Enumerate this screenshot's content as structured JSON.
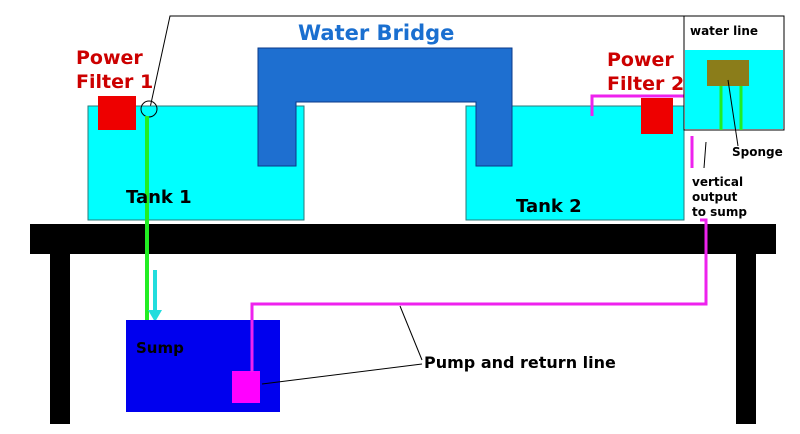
{
  "labels": {
    "title": "Water Bridge",
    "filter1_line1": "Power",
    "filter1_line2": "Filter 1",
    "filter2_line1": "Power",
    "filter2_line2": "Filter 2",
    "tank1": "Tank 1",
    "tank2": "Tank 2",
    "sump": "Sump",
    "pump_return": "Pump and return line",
    "water_line": "water line",
    "sponge": "Sponge",
    "vertical_output_1": "vertical",
    "vertical_output_2": "output",
    "vertical_output_3": "to sump"
  },
  "colors": {
    "water": "#00ffff",
    "bridge": "#1e6fd0",
    "filter": "#ee0000",
    "sump": "#0000ee",
    "pump": "#ff00ff",
    "return_line": "#ee22ee",
    "green_pipe": "#22ee22",
    "sponge": "#8b7d1a",
    "table": "#000000",
    "red_label": "#cc0000",
    "blue_label": "#1a6fd0"
  }
}
